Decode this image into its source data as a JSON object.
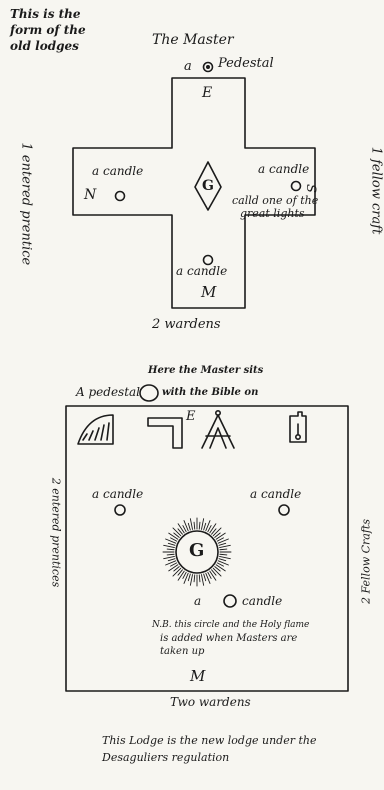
{
  "top": {
    "note": [
      "This is the",
      "form of the",
      "old lodges"
    ],
    "master": "The Master",
    "pedestal_a": "a",
    "pedestal": "Pedestal",
    "east": "E",
    "left_side": "1 entered prentice",
    "right_side": "1 fellow craft",
    "candle_left": "a candle",
    "candle_right": "a candle",
    "north": "N",
    "south": "S",
    "center": "G",
    "great_lights": [
      "calld one of the",
      "great lights"
    ],
    "candle_bottom": "a candle",
    "west": "M",
    "bottom": "2 wardens"
  },
  "bottom": {
    "master_sits": "Here the Master sits",
    "pedestal_left": "A pedestal",
    "pedestal_right": "with the Bible on",
    "east": "E",
    "left_side": "2 entered prentices",
    "right_side": "2 Fellow Crafts",
    "candle_left": "a candle",
    "candle_right": "a candle",
    "center": "G",
    "candle_a": "a",
    "candle_lower": "candle",
    "note": [
      "N.B. this circle and the Holy flame",
      "is added when Masters are",
      "taken up"
    ],
    "west": "M",
    "wardens": "Two wardens",
    "caption": [
      "This Lodge is the new lodge under the",
      "Desaguliers regulation"
    ]
  }
}
